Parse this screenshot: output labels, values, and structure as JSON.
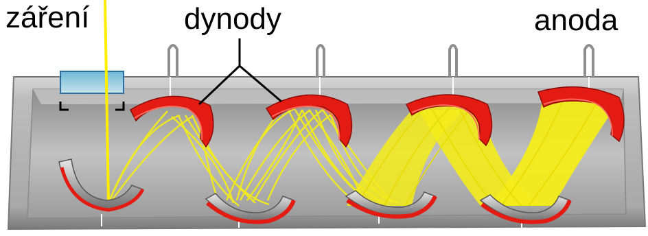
{
  "labels": {
    "radiation": "záření",
    "dynodes": "dynody",
    "anode": "anoda"
  },
  "colors": {
    "tube_body": "#b4b4b4",
    "tube_inner": "#9a9a9a",
    "electrode_red": "#e31b12",
    "electrode_dark": "#8a0c08",
    "electron_paths": "#f4ec1a",
    "radiation_beam": "#ffee00",
    "window_blue": "#7cc4dc",
    "pin_metal": "#909090"
  },
  "icons": {
    "photocathode": "photocathode-icon",
    "dynode": "dynode-icon",
    "anode": "anode-icon",
    "window": "entrance-window-icon"
  }
}
